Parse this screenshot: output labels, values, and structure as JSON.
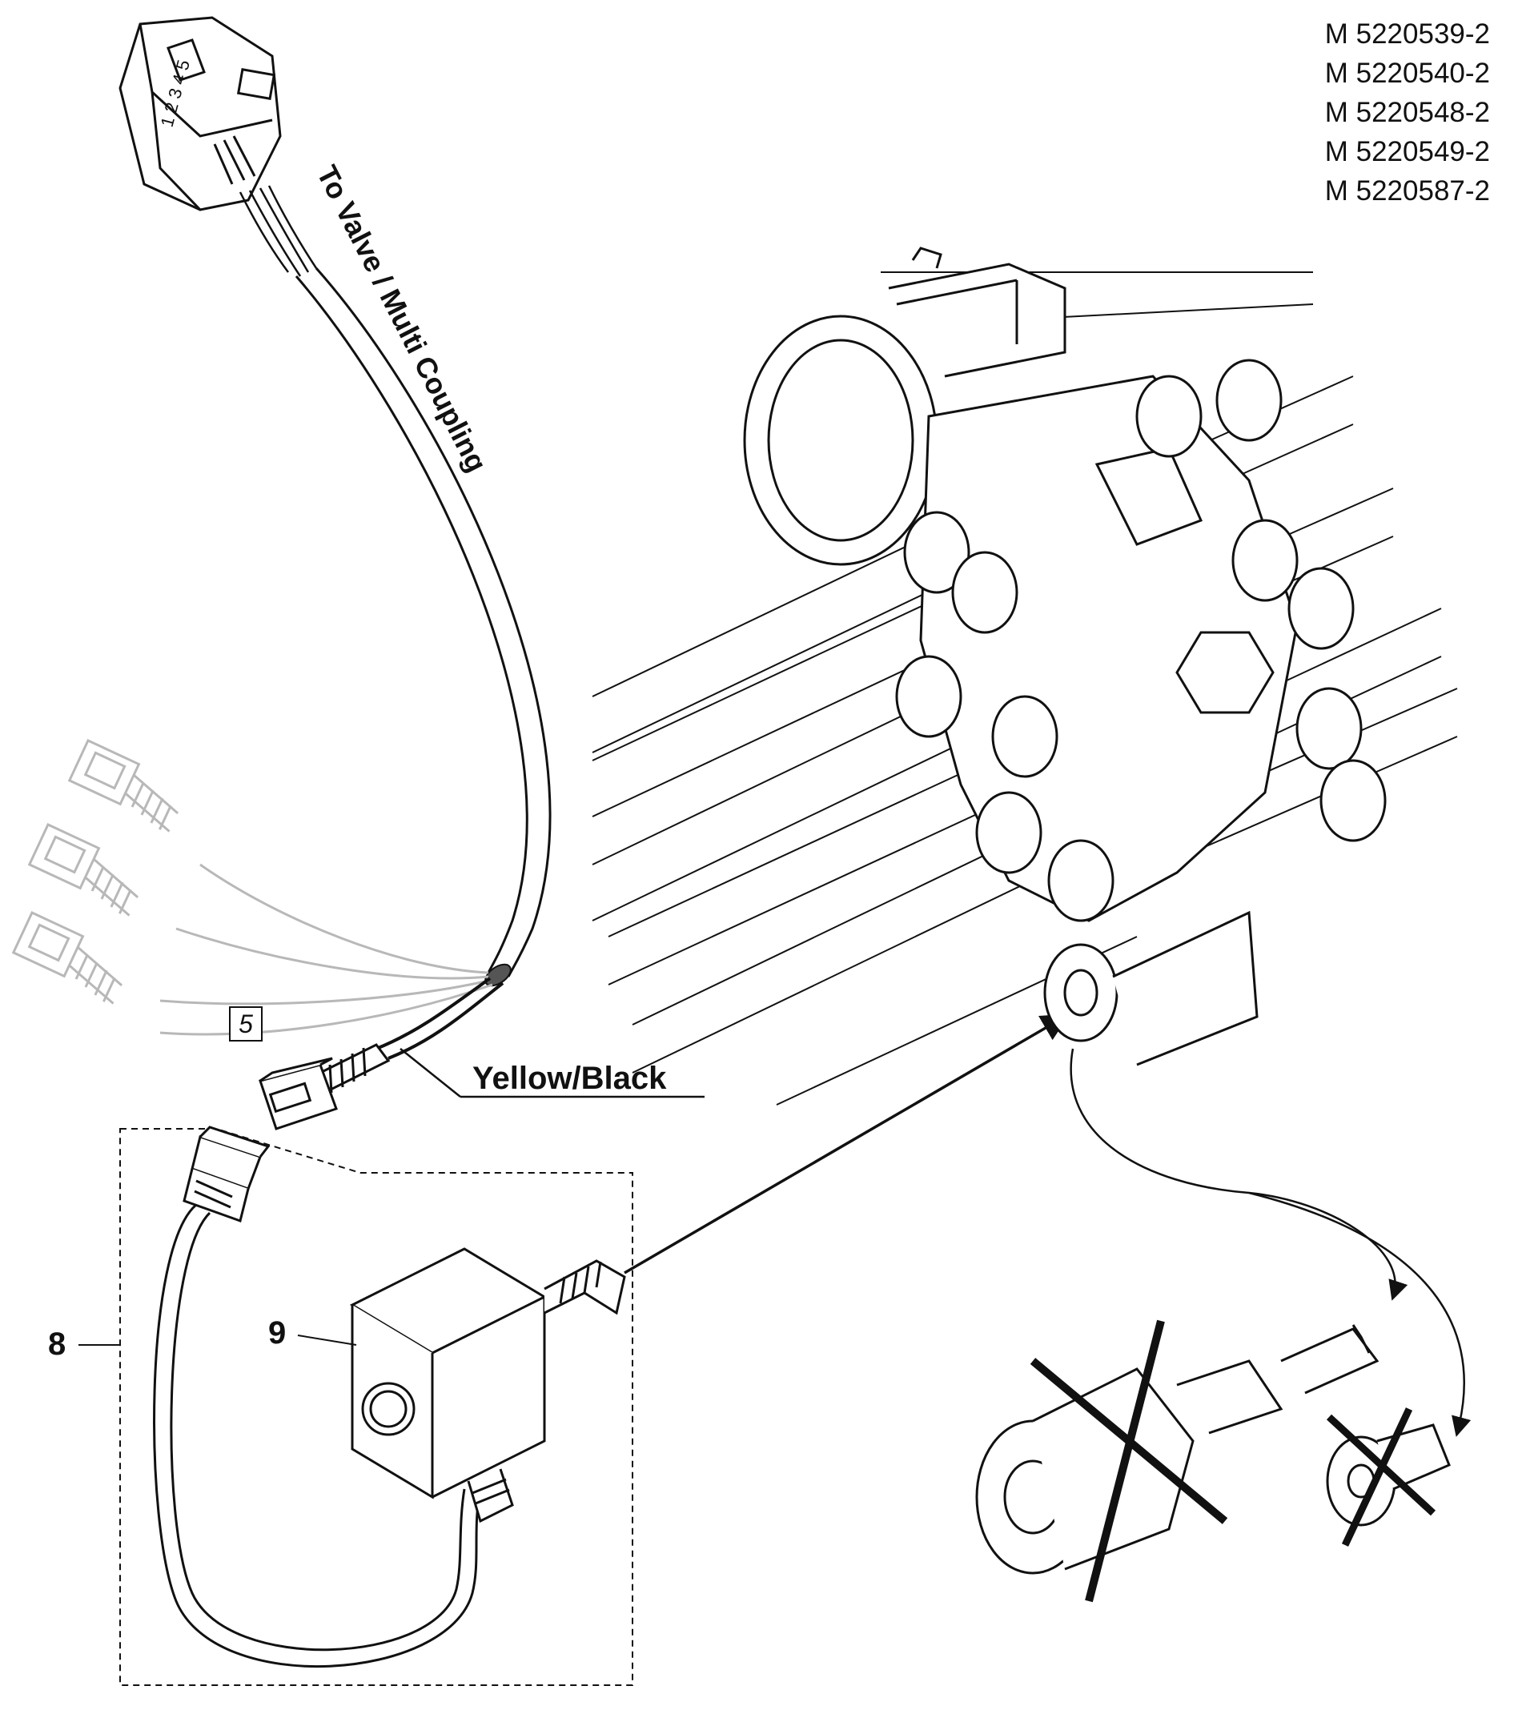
{
  "models": [
    "M 5220539-2",
    "M 5220540-2",
    "M 5220548-2",
    "M 5220549-2",
    "M 5220587-2"
  ],
  "labels": {
    "cable_destination": "To Valve / Multi Coupling",
    "wire_color": "Yellow/Black"
  },
  "callouts": {
    "connector": "5",
    "kit": "8",
    "solenoid": "9"
  },
  "colors": {
    "line": "#111111",
    "ghost": "#b8b8b8",
    "fill": "#ffffff"
  }
}
